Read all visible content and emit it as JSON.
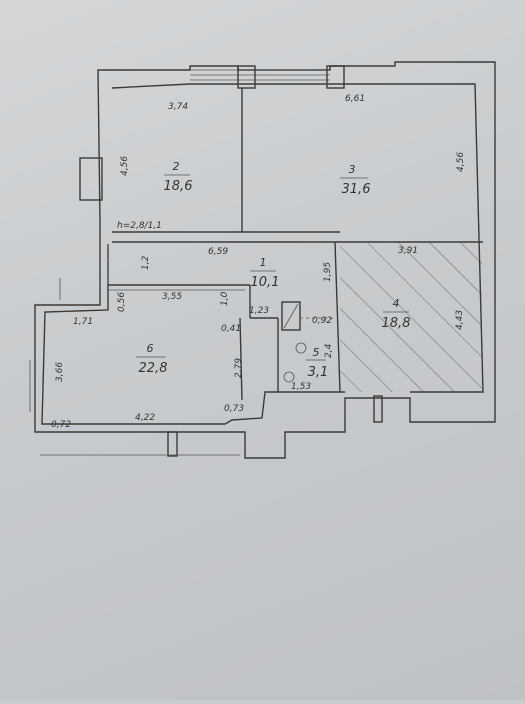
{
  "floor_plan": {
    "rooms": [
      {
        "number": "1",
        "area": "10,1"
      },
      {
        "number": "2",
        "area": "18,6"
      },
      {
        "number": "3",
        "area": "31,6"
      },
      {
        "number": "4",
        "area": "18,8"
      },
      {
        "number": "5",
        "area": "3,1"
      },
      {
        "number": "6",
        "area": "22,8"
      }
    ],
    "height_note": "h=2,8/1,1",
    "dimensions": {
      "r2_top": "3,74",
      "r2_left": "4,56",
      "r3_top": "6,61",
      "r3_right": "4,56",
      "r1_width": "6,59",
      "r1_height": "1,2",
      "r1_right": "1,95",
      "r4_top": "3,91",
      "r4_right": "4,43",
      "r6_top": "3,55",
      "r6_left_small": "0,56",
      "r6_right_small": "1,0",
      "r6_left": "3,66",
      "r6_right": "2,79",
      "r6_bottom": "4,22",
      "r6_corner": "0,73",
      "r6_notch": "0,41",
      "corr_width": "1,23",
      "outer_left": "1,71",
      "outer_bottom_left": "0,72",
      "bath_right": "0,92",
      "bath_bottom": "1,53",
      "bath_side": "2,4"
    },
    "colors": {
      "line": "#3a3a3a",
      "paper": "#d0d2d4"
    }
  }
}
